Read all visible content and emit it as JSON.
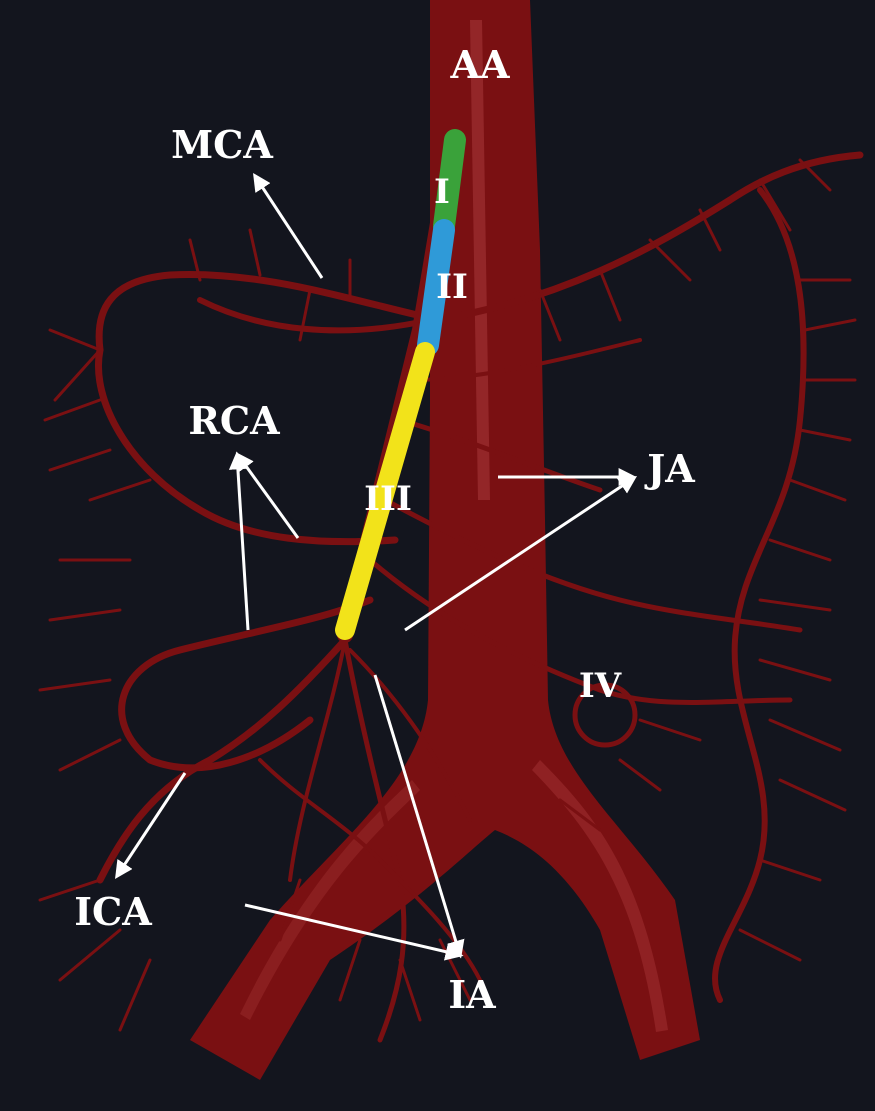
{
  "colors": {
    "background": "#13151e",
    "vessel": "#7a1012",
    "vessel_dark": "#5a0a0c",
    "vessel_highlight": "#a8383a",
    "segment_I": "#3aa23a",
    "segment_II": "#2f9ad8",
    "segment_III": "#f2e31a",
    "label": "#ffffff",
    "arrow": "#ffffff"
  },
  "labels": {
    "aa": "AA",
    "mca": "MCA",
    "rca": "RCA",
    "ja": "JA",
    "ica": "ICA",
    "ia": "IA",
    "seg1": "I",
    "seg2": "II",
    "seg3": "III",
    "seg4": "IV"
  }
}
